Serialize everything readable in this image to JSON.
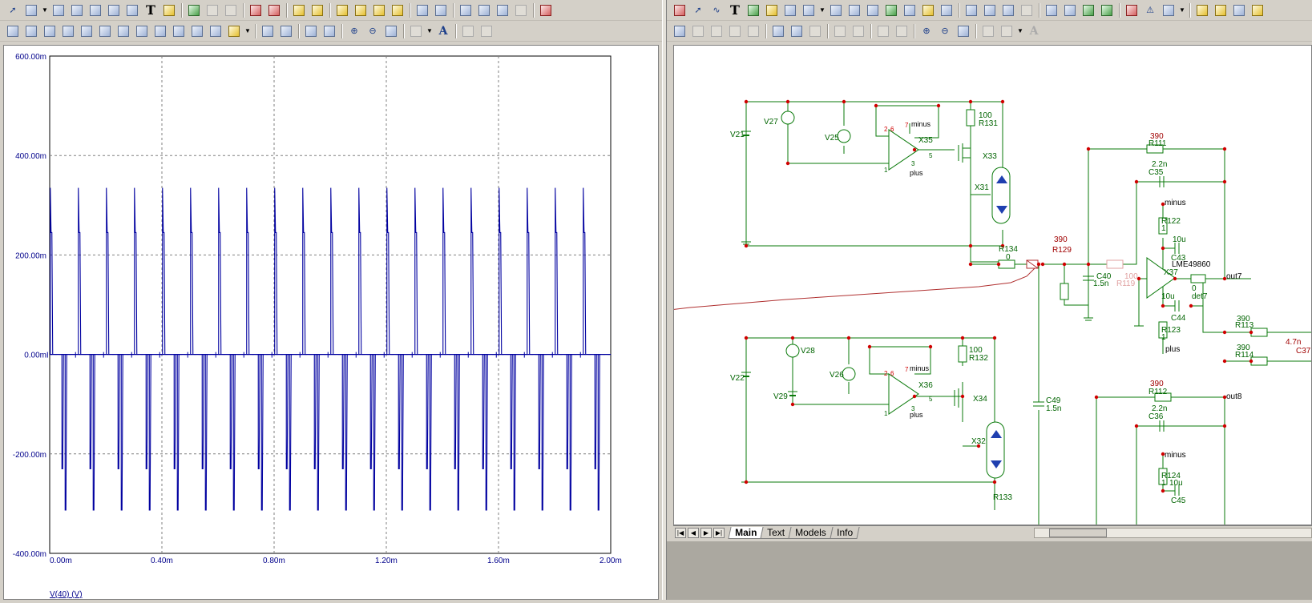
{
  "left_toolbar_row1": [
    "select",
    "zoom-mode",
    "dropdown",
    "graph",
    "cursor",
    "cursor2",
    "cursor3",
    "formula",
    "text",
    "properties",
    "run",
    "stop",
    "pause",
    "marker1",
    "marker2",
    "window1",
    "window2",
    "tile1",
    "tile2",
    "tile3",
    "tile4",
    "layout1",
    "layout2",
    "zoom-fit",
    "zoom-in-x",
    "zoom-out-x",
    "zoom-prev",
    "delete-trace"
  ],
  "left_toolbar_row2": [
    "grid-x",
    "grid-y",
    "wave1",
    "wave2",
    "wave3",
    "wave4",
    "wave5",
    "wave6",
    "wave7",
    "wave8",
    "wave9",
    "wave10",
    "paste",
    "dropdown",
    "list",
    "table",
    "fit-x",
    "fit-y",
    "zoom-in",
    "zoom-out",
    "zoom-window",
    "grid-menu",
    "dropdown",
    "text-a",
    "copy",
    "paste2"
  ],
  "text_tool_label": "T",
  "text_a_label": "A",
  "chart_data": {
    "type": "line",
    "title": "",
    "xlabel": "V(40) (V)",
    "ylabel": "",
    "xlim": [
      0,
      2.0
    ],
    "ylim": [
      -400,
      600
    ],
    "x_unit": "ms",
    "y_unit": "mV",
    "x_ticks": [
      "0.00m",
      "0.40m",
      "0.80m",
      "1.20m",
      "1.60m",
      "2.00m"
    ],
    "y_ticks": [
      "600.00m",
      "400.00m",
      "200.00m",
      "0.00m",
      "-200.00m",
      "-400.00m"
    ],
    "grid": true,
    "series": [
      {
        "name": "",
        "color": "#0000a0",
        "period_ms": 0.1,
        "positive_peak": 335,
        "negative_peak": -313,
        "positive_step": 245,
        "negative_step": -230,
        "baseline": 0,
        "positive_pulse_times_ms": [
          0.005,
          0.105,
          0.205,
          0.305,
          0.405,
          0.505,
          0.605,
          0.705,
          0.805,
          0.905,
          1.005,
          1.105,
          1.205,
          1.305,
          1.405,
          1.505,
          1.605,
          1.705,
          1.805,
          1.905
        ],
        "negative_pulse_times_ms": [
          0.055,
          0.155,
          0.255,
          0.355,
          0.455,
          0.555,
          0.655,
          0.755,
          0.855,
          0.955,
          1.055,
          1.155,
          1.255,
          1.355,
          1.455,
          1.555,
          1.655,
          1.755,
          1.855,
          1.955
        ]
      }
    ]
  },
  "right_toolbar_row1": [
    "pen",
    "select",
    "wire",
    "text-t",
    "probe",
    "marker",
    "component",
    "component-menu",
    "dropdown",
    "bus",
    "info",
    "help",
    "network",
    "list",
    "table",
    "edit",
    "label1",
    "label2",
    "label3",
    "label4",
    "check1",
    "check2",
    "check3",
    "check4",
    "scope",
    "warning",
    "grid",
    "dropdown",
    "page1",
    "page2",
    "zoom-all",
    "properties"
  ],
  "right_toolbar_row2": [
    "sel1",
    "sel2",
    "rot",
    "flip1",
    "flip2",
    "find1",
    "find2",
    "find3",
    "stop1",
    "stop2",
    "copy1",
    "copy2",
    "zoom-in",
    "zoom-out",
    "zoom-window",
    "print",
    "grid-menu",
    "dropdown",
    "text-a"
  ],
  "schematic": {
    "labels": {
      "V21": "V21",
      "V27": "V27",
      "V25": "V25",
      "X35": "X35",
      "X33": "X33",
      "X31": "X31",
      "R131_val": "100",
      "R131": "R131",
      "minus1": "minus",
      "plus1": "plus",
      "R134_val": "0",
      "R134": "R134",
      "R129_val": "390",
      "R129": "R129",
      "C40": "C40",
      "C40_val": "1.5n",
      "R119_val": "100",
      "R119": "R119",
      "R111_val": "390",
      "R111": "R111",
      "C35_val": "2.2n",
      "C35": "C35",
      "minus2": "minus",
      "R122": "R122",
      "R122_val": "1",
      "C43_val": "10u",
      "C43": "C43",
      "LME": "LME49860",
      "X37": "X37",
      "out7": "out7",
      "det7_val": "0",
      "det7": "det7",
      "C44_val": "10u",
      "C44": "C44",
      "R123": "R123",
      "R123_val": "1",
      "plus2": "plus",
      "R113_val": "390",
      "R113": "R113",
      "C37_val": "4.7n",
      "C37": "C37",
      "R114_val": "390",
      "R114": "R114",
      "V22": "V22",
      "V28": "V28",
      "V26": "V26",
      "V29": "V29",
      "X36": "X36",
      "X34": "X34",
      "X32": "X32",
      "R132_val": "100",
      "R132": "R132",
      "minus3": "minus",
      "plus3": "plus",
      "R133": "R133",
      "C49": "C49",
      "C49_val": "1.5n",
      "R112_val": "390",
      "R112": "R112",
      "out8": "out8",
      "C36_val": "2.2n",
      "C36": "C36",
      "minus4": "minus",
      "R124": "R124",
      "R124_val": "1",
      "C45_val": "10u",
      "C45": "C45",
      "pin2": "2",
      "pin6": "6",
      "pin7": "7",
      "pin3": "3",
      "pin1": "1",
      "pin5": "5",
      "pin2b": "2",
      "pin6b": "6",
      "pin7b": "7",
      "pin3b": "3",
      "pin1b": "1",
      "pin5b": "5"
    }
  },
  "tabs": [
    "Main",
    "Text",
    "Models",
    "Info"
  ],
  "active_tab": "Main",
  "colors": {
    "wire": "#0a7a0a",
    "component_label": "#006400",
    "value_label": "#a00000",
    "node_dot": "#d00000",
    "trace": "#0000a0",
    "grid": "#808080",
    "probe": "#b03030"
  }
}
